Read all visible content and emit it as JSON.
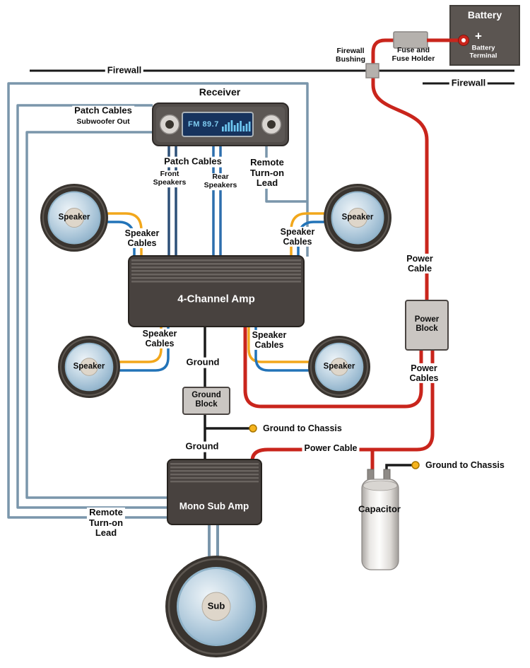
{
  "colors": {
    "power_cable_red": "#c9251c",
    "ground_black": "#1a1a1a",
    "patch_gray_blue": "#7a96ab",
    "speaker_yellow": "#f2a71b",
    "speaker_blue": "#2273b8",
    "front_patch_navy": "#2d5078",
    "rear_patch_blue": "#2d6fad",
    "component_dark": "#48423f",
    "block_gray": "#cac6c2",
    "display_navy": "#16335e",
    "display_text_blue": "#7ecbf0"
  },
  "top": {
    "firewall_left": "Firewall",
    "firewall_right": "Firewall",
    "bushing": "Firewall\nBushing",
    "fuse": "Fuse and\nFuse Holder"
  },
  "battery": {
    "title": "Battery",
    "plus": "+",
    "terminal": "Battery\nTerminal"
  },
  "receiver": {
    "title": "Receiver",
    "display": "FM 89.7"
  },
  "patch_top": {
    "title": "Patch Cables",
    "subtitle": "Subwoofer Out"
  },
  "mid_labels": {
    "patch_cables": "Patch Cables",
    "front_speakers": "Front\nSpeakers",
    "rear_speakers": "Rear\nSpeakers",
    "remote_lead": "Remote\nTurn-on\nLead"
  },
  "speaker_cables": {
    "tl": "Speaker\nCables",
    "tr": "Speaker\nCables",
    "bl": "Speaker\nCables",
    "br": "Speaker\nCables"
  },
  "speakers": {
    "tl": "Speaker",
    "tr": "Speaker",
    "bl": "Speaker",
    "br": "Speaker",
    "sub": "Sub"
  },
  "amps": {
    "four_channel": "4-Channel Amp",
    "mono_sub": "Mono Sub Amp"
  },
  "ground": {
    "upper": "Ground",
    "block": "Ground\nBlock",
    "chassis_left": "Ground to Chassis",
    "lower": "Ground",
    "chassis_right": "Ground to Chassis"
  },
  "power": {
    "cable": "Power\nCable",
    "block": "Power\nBlock",
    "cables": "Power\nCables",
    "cable_mono": "Power Cable"
  },
  "capacitor": {
    "label": "Capacitor"
  },
  "remote_bottom": {
    "label": "Remote\nTurn-on\nLead"
  }
}
